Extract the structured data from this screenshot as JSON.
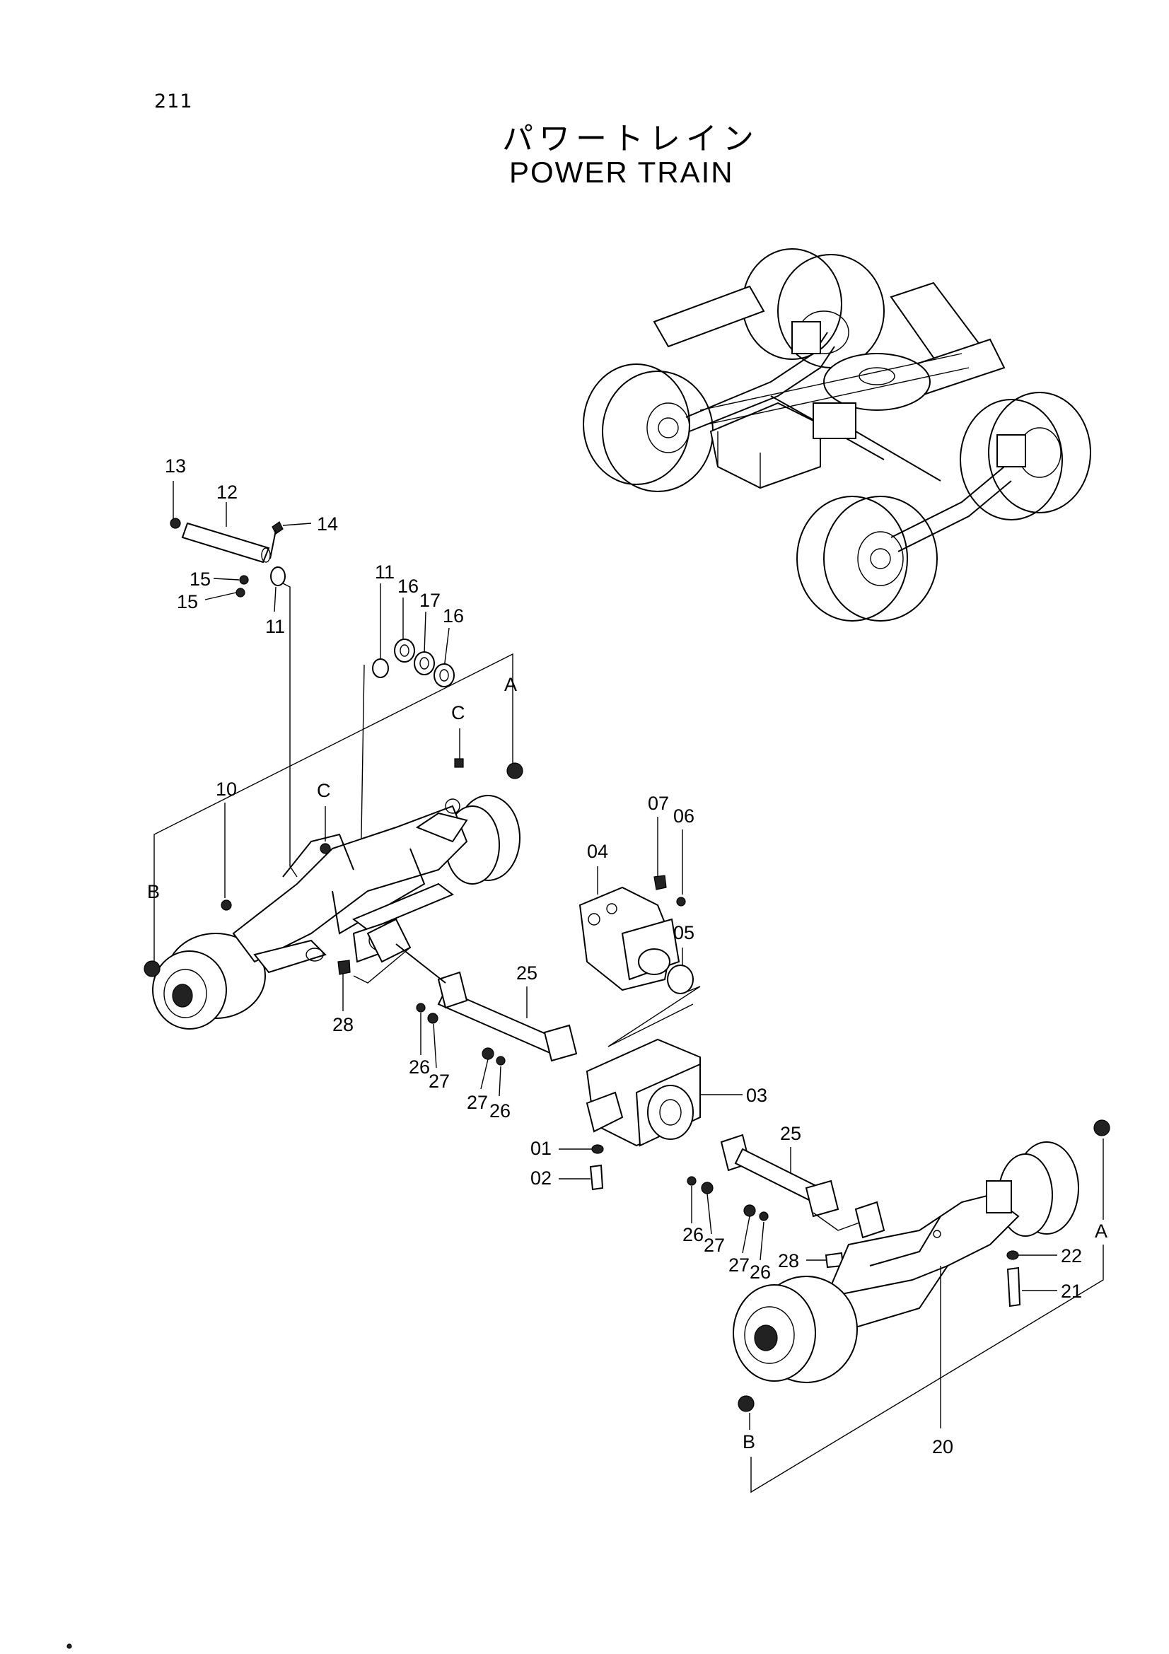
{
  "page_number": "211",
  "title_jp": "パワートレイン",
  "title_en": "POWER TRAIN",
  "callouts": {
    "c13": "13",
    "c12": "12",
    "c14": "14",
    "c15a": "15",
    "c15b": "15",
    "c11a": "11",
    "c11b": "11",
    "c16a": "16",
    "c17": "17",
    "c16b": "16",
    "refA1": "A",
    "refC1": "C",
    "refC2": "C",
    "c10": "10",
    "refB1": "B",
    "c04": "04",
    "c07": "07",
    "c06": "06",
    "c05": "05",
    "c25a": "25",
    "c28a": "28",
    "c26a": "26",
    "c27a": "27",
    "c27b": "27",
    "c26b": "26",
    "c03": "03",
    "c01": "01",
    "c02": "02",
    "c25b": "25",
    "c26c": "26",
    "c27c": "27",
    "c27d": "27",
    "c26d": "26",
    "c28b": "28",
    "refA2": "A",
    "c22": "22",
    "c21": "21",
    "c20": "20",
    "refB2": "B"
  }
}
